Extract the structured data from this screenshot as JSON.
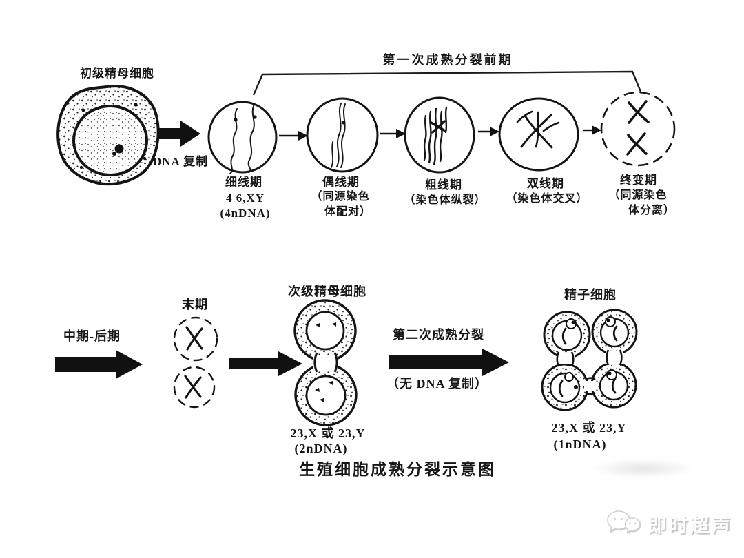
{
  "colors": {
    "ink": "#1b1b1b",
    "background": "#ffffff",
    "watermark_text": "#fdfdfd"
  },
  "diagram": {
    "caption": "生殖细胞成熟分裂示意图",
    "top_row": {
      "bracket_label": "第一次成熟分裂前期",
      "primary_cell_label": "初级精母细胞",
      "dna_replication_label": "DNA 复制",
      "stages": [
        {
          "name": "细线期",
          "line2": "4 6,XY",
          "line3": "(4nDNA)"
        },
        {
          "name": "偶线期",
          "line2": "（同源染色",
          "line3": "体配对）"
        },
        {
          "name": "粗线期",
          "line2": "（染色体纵裂）"
        },
        {
          "name": "双线期",
          "line2": "（染色体交叉）"
        },
        {
          "name": "终变期",
          "line2": "（同源染色",
          "line3": "体分离）"
        }
      ]
    },
    "bottom_row": {
      "metaphase_label": "中期-后期",
      "telophase_label": "末期",
      "secondary_cell_label": "次级精母细胞",
      "secondary_karyotype": "23,X 或 23,Y",
      "secondary_dna": "(2nDNA)",
      "second_division_label": "第二次成熟分裂",
      "no_replication_label": "（无 DNA 复制）",
      "spermatid_label": "精子细胞",
      "spermatid_karyotype": "23,X 或 23,Y",
      "spermatid_dna": "(1nDNA)"
    },
    "watermark": {
      "text": "即时超声"
    }
  }
}
